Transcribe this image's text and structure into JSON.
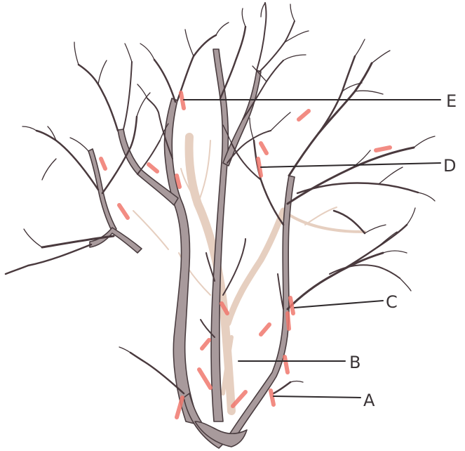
{
  "colors": {
    "background": "#ffffff",
    "trunk_fill": "#a89a9c",
    "trunk_outline": "#4a3d40",
    "branch": "#4a3a3e",
    "twig": "#3e3034",
    "pale_branch": "#e6cfc0",
    "cut_mark": "#f0786e",
    "leader_line": "#2f2a2c"
  },
  "callouts": [
    {
      "id": "E",
      "label": "E"
    },
    {
      "id": "D",
      "label": "D"
    },
    {
      "id": "C",
      "label": "C"
    },
    {
      "id": "B",
      "label": "B"
    },
    {
      "id": "A",
      "label": "A"
    }
  ]
}
